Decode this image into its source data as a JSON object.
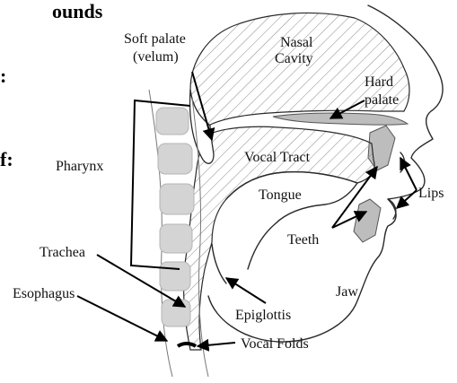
{
  "margin_text": {
    "top": "ounds",
    "mid1": ":",
    "mid2": "f:"
  },
  "labels": {
    "soft_palate_1": "Soft palate",
    "soft_palate_2": "(velum)",
    "nasal_1": "Nasal",
    "nasal_2": "Cavity",
    "hard_palate_1": "Hard",
    "hard_palate_2": "palate",
    "pharynx": "Pharynx",
    "vocal_tract": "Vocal Tract",
    "tongue": "Tongue",
    "lips": "Lips",
    "teeth": "Teeth",
    "trachea": "Trachea",
    "esophagus": "Esophagus",
    "jaw": "Jaw",
    "epiglottis": "Epiglottis",
    "vocal_folds": "Vocal Folds"
  },
  "colors": {
    "ink": "#111111",
    "hatch": "#8a8a8a",
    "tissue_fill": "#c9c9c9",
    "vertebra_fill": "#d4d4d4"
  }
}
